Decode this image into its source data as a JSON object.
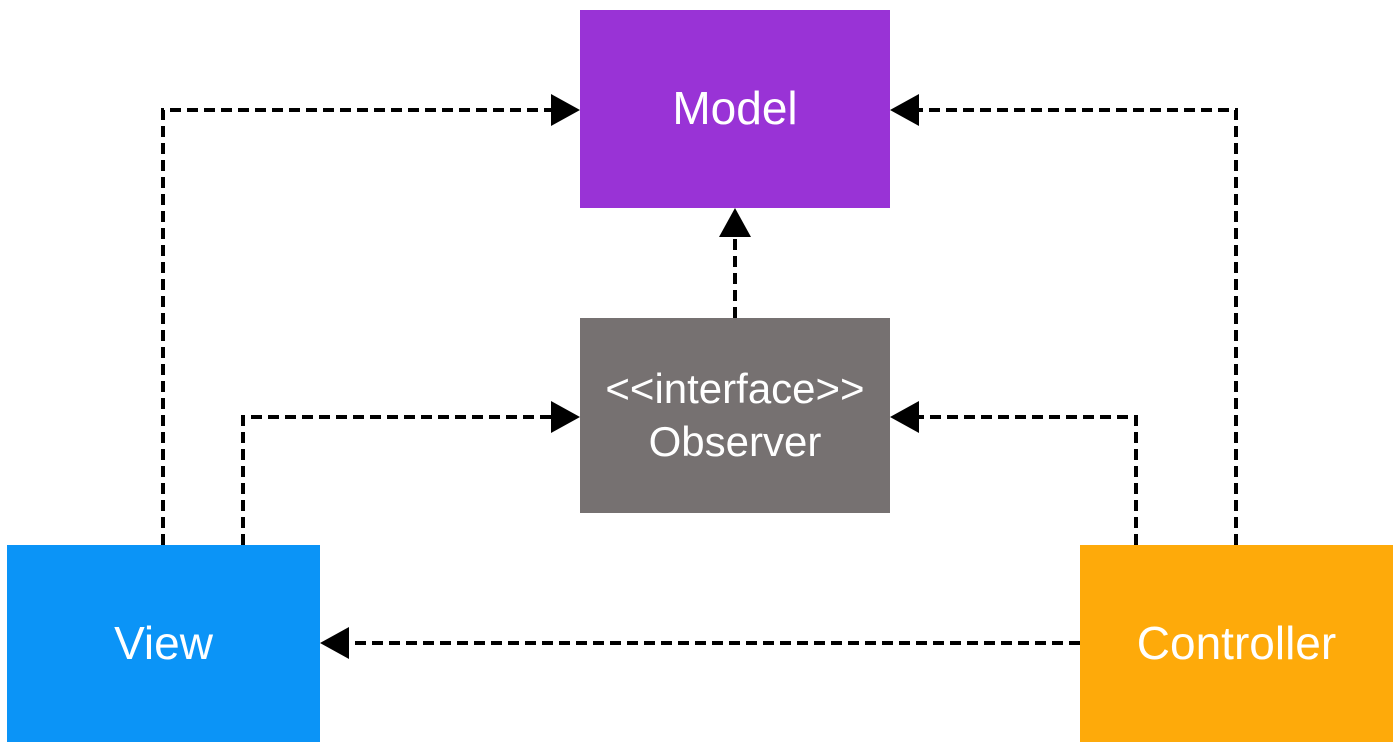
{
  "diagram": {
    "type": "uml-mvc-observer-pattern",
    "edge_color": "#000000",
    "edge_style": "dashed",
    "nodes": {
      "model": {
        "label": "Model",
        "color": "#9933d6",
        "text_color": "#ffffff"
      },
      "observer": {
        "label_line1": "<<interface>>",
        "label_line2": "Observer",
        "color": "#767171",
        "text_color": "#ffffff"
      },
      "view": {
        "label": "View",
        "color": "#0b94f7",
        "text_color": "#ffffff"
      },
      "controller": {
        "label": "Controller",
        "color": "#feaa0a",
        "text_color": "#ffffff"
      }
    },
    "edges": [
      {
        "from": "view",
        "to": "model",
        "arrow_at": "model-left-edge",
        "style": "dashed"
      },
      {
        "from": "controller",
        "to": "model",
        "arrow_at": "model-right-edge",
        "style": "dashed"
      },
      {
        "from": "view",
        "to": "observer",
        "arrow_at": "observer-left-edge",
        "style": "dashed"
      },
      {
        "from": "controller",
        "to": "observer",
        "arrow_at": "observer-right-edge",
        "style": "dashed"
      },
      {
        "from": "observer",
        "to": "model",
        "arrow_at": "model-bottom-edge",
        "style": "dashed"
      },
      {
        "from": "controller",
        "to": "view",
        "arrow_at": "view-right-edge",
        "style": "dashed"
      }
    ]
  }
}
